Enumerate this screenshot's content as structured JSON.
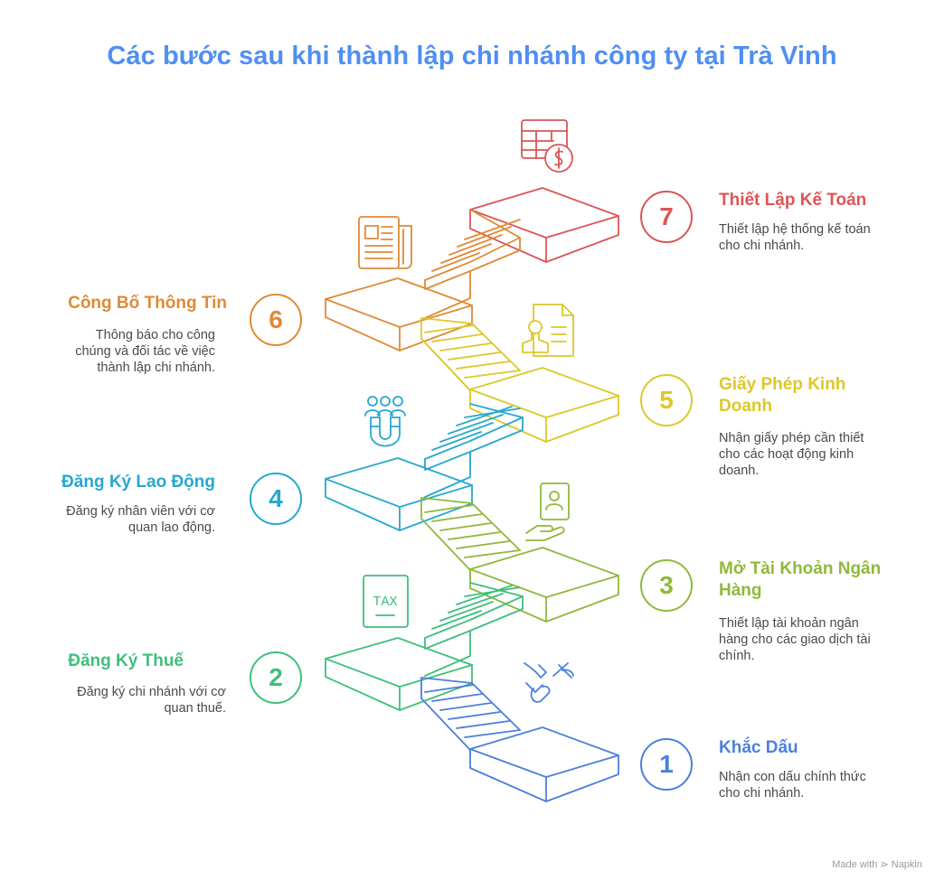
{
  "title": "Các bước sau khi thành lập chi nhánh công ty tại Trà Vinh",
  "steps": [
    {
      "number": "1",
      "title": "Khắc Dấu",
      "description": "Nhận con dấu chính thức cho chi nhánh.",
      "color": "#4d7fdc",
      "icon": "stamp-icon"
    },
    {
      "number": "2",
      "title": "Đăng Ký Thuế",
      "description": "Đăng ký chi nhánh với cơ quan thuế.",
      "color": "#3fbf7d",
      "icon": "tax-document-icon"
    },
    {
      "number": "3",
      "title": "Mở Tài Khoản Ngân Hàng",
      "description": "Thiết lập tài khoản ngân hàng cho các giao dịch tài chính.",
      "color": "#8fb93b",
      "icon": "bank-account-hand-icon"
    },
    {
      "number": "4",
      "title": "Đăng Ký Lao Động",
      "description": "Đăng ký nhân viên với cơ quan lao động.",
      "color": "#27a8cf",
      "icon": "people-magnet-icon"
    },
    {
      "number": "5",
      "title": "Giấy Phép Kinh Doanh",
      "description": "Nhận giấy phép cần thiết cho các hoạt động kinh doanh.",
      "color": "#dcc82a",
      "icon": "license-stamp-icon"
    },
    {
      "number": "6",
      "title": "Công Bố Thông Tin",
      "description": "Thông báo cho công chúng và đối tác về việc thành lập chi nhánh.",
      "color": "#e08a35",
      "icon": "newspaper-icon"
    },
    {
      "number": "7",
      "title": "Thiết Lập Kế Toán",
      "description": "Thiết lập hệ thống kế toán cho chi nhánh.",
      "color": "#dc5555",
      "icon": "accounting-sheet-icon"
    }
  ],
  "tax_icon_text": "TAX",
  "footer": "Made with ⋗ Napkin"
}
